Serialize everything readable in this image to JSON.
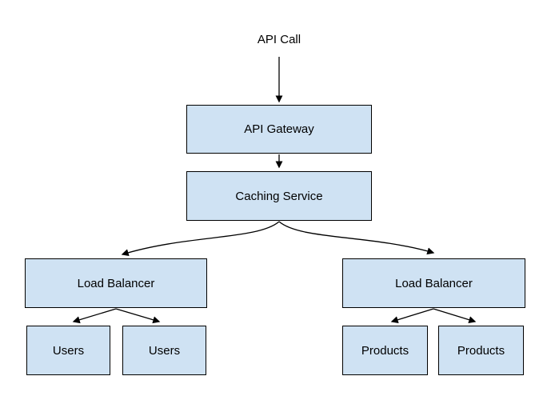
{
  "diagram": {
    "entry_label": "API Call",
    "nodes": {
      "api_gateway": {
        "label": "API Gateway"
      },
      "caching_service": {
        "label": "Caching Service"
      },
      "load_balancer_left": {
        "label": "Load Balancer"
      },
      "load_balancer_right": {
        "label": "Load Balancer"
      },
      "users_1": {
        "label": "Users"
      },
      "users_2": {
        "label": "Users"
      },
      "products_1": {
        "label": "Products"
      },
      "products_2": {
        "label": "Products"
      }
    },
    "edges": [
      {
        "from": "API Call",
        "to": "API Gateway"
      },
      {
        "from": "API Gateway",
        "to": "Caching Service"
      },
      {
        "from": "Caching Service",
        "to": "Load Balancer (left)"
      },
      {
        "from": "Caching Service",
        "to": "Load Balancer (right)"
      },
      {
        "from": "Load Balancer (left)",
        "to": "Users (left)"
      },
      {
        "from": "Load Balancer (left)",
        "to": "Users (right)"
      },
      {
        "from": "Load Balancer (right)",
        "to": "Products (left)"
      },
      {
        "from": "Load Balancer (right)",
        "to": "Products (right)"
      }
    ],
    "colors": {
      "node_fill": "#cfe2f3",
      "node_border": "#000000",
      "arrow": "#000000",
      "text": "#000000",
      "background": "#ffffff"
    }
  }
}
